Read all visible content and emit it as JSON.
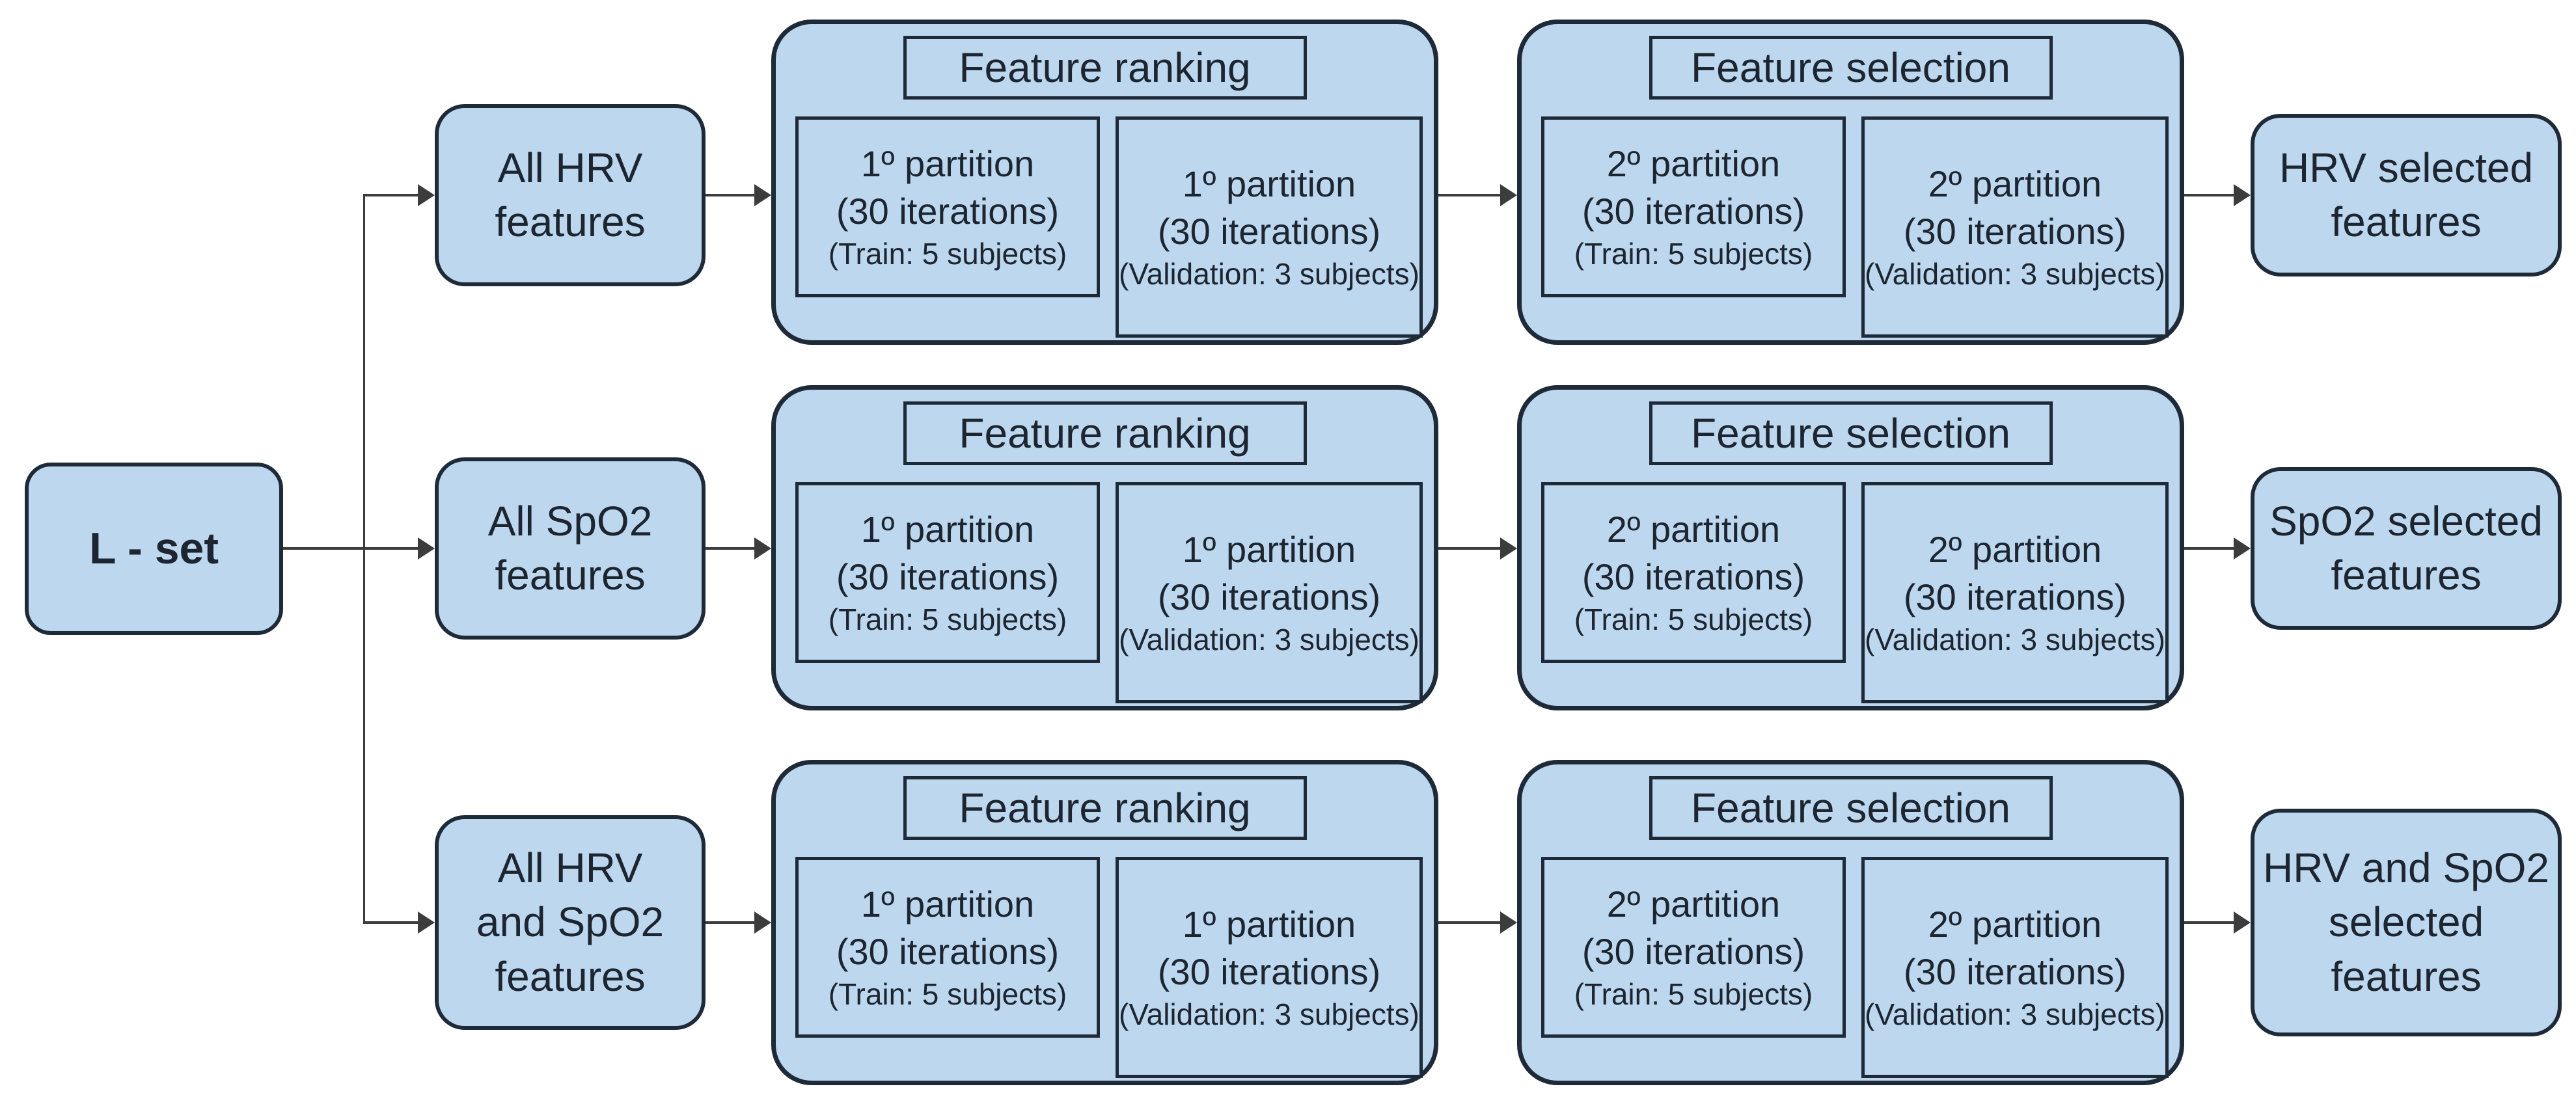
{
  "colors": {
    "box_fill": "#bdd7ee",
    "box_border": "#1f2a38",
    "line_color": "#3c3c3c",
    "text_color": "#1c2530",
    "page_bg": "#ffffff"
  },
  "source": {
    "label": "L - set"
  },
  "rows": [
    {
      "input_label": "All HRV\nfeatures",
      "output_label": "HRV selected\nfeatures",
      "ranking": {
        "title": "Feature ranking",
        "train": {
          "partition": "1º partition",
          "iterations": "(30 iterations)",
          "subjects": "(Train: 5 subjects)"
        },
        "validation": {
          "partition": "1º partition",
          "iterations": "(30 iterations)",
          "subjects": "(Validation: 3 subjects)"
        }
      },
      "selection": {
        "title": "Feature selection",
        "train": {
          "partition": "2º partition",
          "iterations": "(30 iterations)",
          "subjects": "(Train: 5 subjects)"
        },
        "validation": {
          "partition": "2º partition",
          "iterations": "(30 iterations)",
          "subjects": "(Validation: 3 subjects)"
        }
      }
    },
    {
      "input_label": "All SpO2\nfeatures",
      "output_label": "SpO2 selected\nfeatures",
      "ranking": {
        "title": "Feature ranking",
        "train": {
          "partition": "1º partition",
          "iterations": "(30 iterations)",
          "subjects": "(Train: 5 subjects)"
        },
        "validation": {
          "partition": "1º partition",
          "iterations": "(30 iterations)",
          "subjects": "(Validation: 3 subjects)"
        }
      },
      "selection": {
        "title": "Feature selection",
        "train": {
          "partition": "2º partition",
          "iterations": "(30 iterations)",
          "subjects": "(Train: 5 subjects)"
        },
        "validation": {
          "partition": "2º partition",
          "iterations": "(30 iterations)",
          "subjects": "(Validation: 3 subjects)"
        }
      }
    },
    {
      "input_label": "All HRV\nand SpO2\nfeatures",
      "output_label": "HRV and SpO2\nselected\nfeatures",
      "ranking": {
        "title": "Feature ranking",
        "train": {
          "partition": "1º partition",
          "iterations": "(30 iterations)",
          "subjects": "(Train: 5 subjects)"
        },
        "validation": {
          "partition": "1º partition",
          "iterations": "(30 iterations)",
          "subjects": "(Validation: 3 subjects)"
        }
      },
      "selection": {
        "title": "Feature selection",
        "train": {
          "partition": "2º partition",
          "iterations": "(30 iterations)",
          "subjects": "(Train: 5 subjects)"
        },
        "validation": {
          "partition": "2º partition",
          "iterations": "(30 iterations)",
          "subjects": "(Validation: 3 subjects)"
        }
      }
    }
  ]
}
